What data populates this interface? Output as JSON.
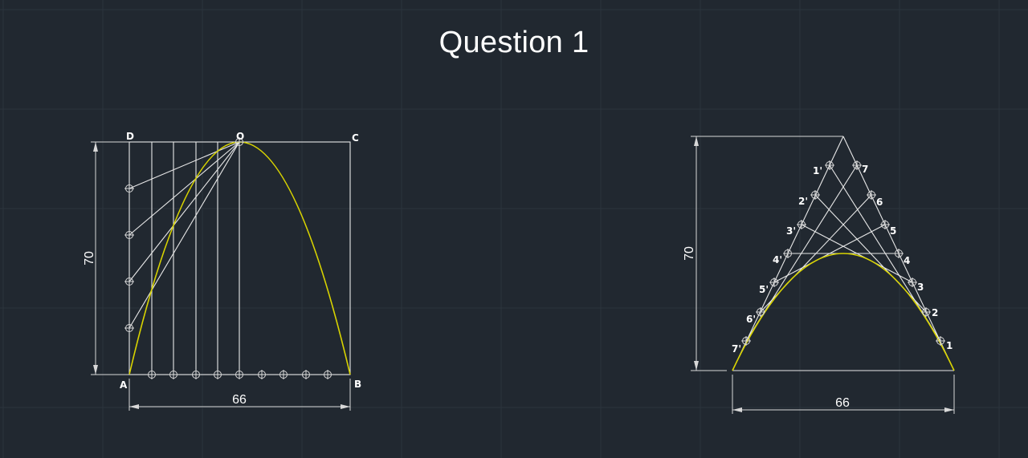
{
  "title": "Question 1",
  "colors": {
    "background": "#212830",
    "grid": "#2c343d",
    "geometry": "#e8e8e8",
    "curve": "#d9d400"
  },
  "left_figure": {
    "corner_labels": {
      "A": "A",
      "B": "B",
      "C": "C",
      "D": "D",
      "O": "O"
    },
    "width_label": "66",
    "height_label": "70"
  },
  "right_figure": {
    "left_labels": [
      "1'",
      "2'",
      "3'",
      "4'",
      "5'",
      "6'",
      "7'"
    ],
    "right_labels": [
      "7",
      "6",
      "5",
      "4",
      "3",
      "2",
      "1"
    ],
    "width_label": "66",
    "height_label": "70"
  }
}
